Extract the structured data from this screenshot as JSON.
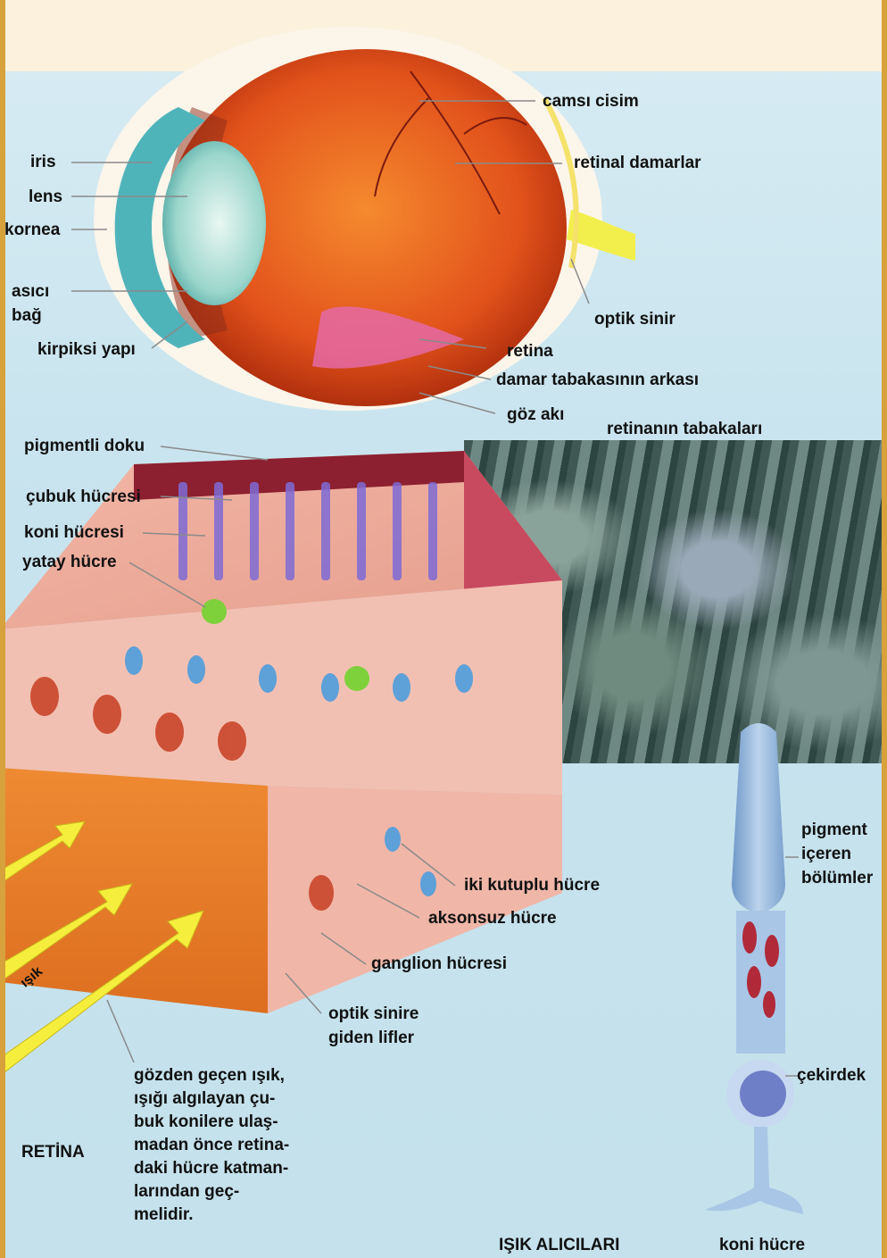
{
  "eye_labels": {
    "camsi_cisim": "camsı cisim",
    "retinal_damarlar": "retinal damarlar",
    "iris": "iris",
    "lens": "lens",
    "kornea": "kornea",
    "asici": "asıcı",
    "bag": "bağ",
    "optik_sinir": "optik sinir",
    "kirpiksi_yapi": "kirpiksi yapı",
    "retina": "retina",
    "damar_tabakasi": "damar tabakasının arkası",
    "goz_aki": "göz akı"
  },
  "layer_labels": {
    "retinanin_tabakalari": "retinanın tabakaları",
    "pigmentli_doku": "pigmentli doku",
    "cubuk_hucresi": "çubuk hücresi",
    "koni_hucresi": "koni hücresi",
    "yatay_hucre": "yatay hücre",
    "iki_kutuplu": "iki kutuplu hücre",
    "aksonsuz": "aksonsuz hücre",
    "ganglion": "ganglion hücresi",
    "optik_sinire_1": "optik sinire",
    "optik_sinire_2": "giden lifler",
    "isik": "ışık"
  },
  "cone_labels": {
    "pigment_1": "pigment",
    "pigment_2": "içeren",
    "pigment_3": "bölümler",
    "cekirdek": "çekirdek",
    "koni_hucre": "koni hücre"
  },
  "captions": {
    "retina_title": "RETİNA",
    "isik_alicilari": "IŞIK ALICILARI",
    "note_lines": [
      "gözden geçen ışık,",
      "ışığı algılayan çu-",
      "buk konilere ulaş-",
      "madan önce retina-",
      "daki hücre katman-",
      "larından geç-",
      "melidir."
    ]
  },
  "colors": {
    "eyeball": "#e2521b",
    "cornea": "#4fb4ba",
    "optic_nerve": "#f2ef4d",
    "block_front": "#e97a2b",
    "arrow": "#f6ee3c",
    "cone_cell": "#a9c6e6"
  }
}
